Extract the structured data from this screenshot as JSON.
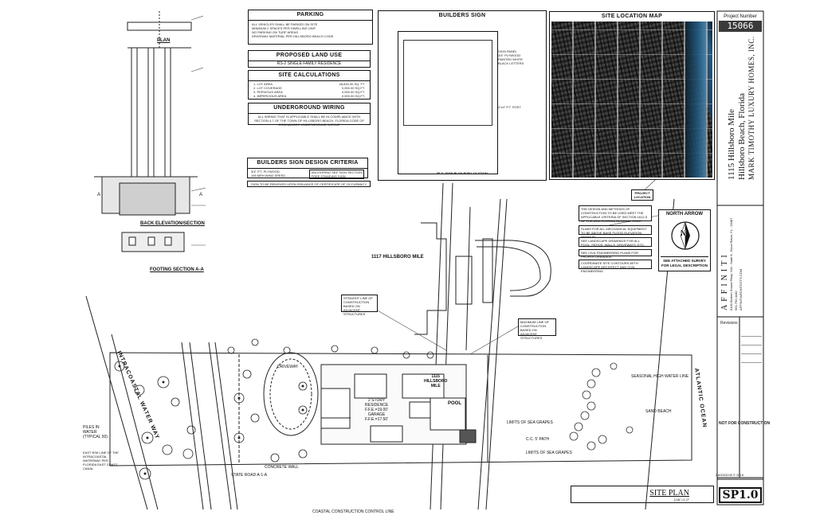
{
  "parking": {
    "title": "PARKING",
    "lines": [
      "ALL VEHICLES SHALL BE PARKED ON SITE",
      "MINIMUM 2 SPACES PER DWELLING UNIT",
      "NO PARKING ON TURF AREAS",
      "DRIVEWAY MATERIAL PER HILLSBORO BEACH CODE"
    ]
  },
  "proposed_land_use": {
    "title": "PROPOSED LAND USE",
    "value": "RS-2 SINGLE FAMILY RESIDENCE"
  },
  "site_calculations": {
    "title": "SITE CALCULATIONS",
    "rows": [
      {
        "label": "1. LOT AREA",
        "value": "48,816.00 SQ. FT."
      },
      {
        "label": "2. LOT COVERAGE",
        "value": "0,000.00 SQ.FT."
      },
      {
        "label": "3. PERVIOUS AREA",
        "value": "0,000.00 SQ.FT."
      },
      {
        "label": "4. IMPERVIOUS AREA",
        "value": "0,000.00 SQ.FT."
      }
    ]
  },
  "underground_wiring": {
    "title": "UNDERGROUND WIRING",
    "text": "ALL WIRING THAT IS APPLICABLE SHALL BE IN COMPLIANCE WITH SECTION 4-7 OF THE TOWN OF HILLSBORO BEACH, FLORIDA CODE OF ORDINANCES 'UNDERGROUND WIRING'"
  },
  "builders_sign_criteria": {
    "title": "BUILDERS SIGN DESIGN CRITERIA",
    "lines": [
      "3/4\" P.T. PLYWOOD",
      "155 MPH WIND SPEED",
      "RISK CAT. 2"
    ],
    "box_text": [
      "ANCHORING SEE SIGN SECTION",
      "FREE STANDING SIGN"
    ],
    "footer": "SIGN TO BE REMOVED UPON ISSUANCE OF CERTIFICATE OF OCCUPANCY"
  },
  "builders_sign": {
    "title": "BUILDERS SIGN",
    "caption": "BLD. SIGN PLAN FOR LOCATION",
    "post_note": "4\"x4\" P.T. POST",
    "side_notes": [
      "SIGN PANEL",
      "3/4\" PLYWOOD",
      "PAINTED WHITE",
      "BLACK LETTERS"
    ]
  },
  "site_location_map": {
    "title": "SITE LOCATION MAP"
  },
  "project": {
    "number_label": "Project Number",
    "number": "15066",
    "address_line1": "1115 Hillsboro Mile",
    "address_line2": "Hillsboro Beach, Florida",
    "client": "MARK TIMOTHY LUXURY HOMES, INC."
  },
  "architect": {
    "logo": "AFFINITI",
    "address": "6100 Broken Sound Pkwy. NW - Suite 8 - Boca Raton, FL - 33487",
    "phone": "561.750.4440",
    "web": "AFFINITIARCHITECTS.COM"
  },
  "project_location_tag": "PROJECT LOCATION",
  "north_arrow": {
    "title": "NORTH ARROW",
    "letter": "N",
    "survey_note": "SEE ATTACHED SURVEY FOR LEGAL DESCRIPTION"
  },
  "general_notes": [
    "THE DESIGN AND METHODS OF CONSTRUCTION TO BE USED MEET THE APPLICABLE CRITERIA OF SECTION 1612.5 OF THE 2010 FLORIDA BUILDING CODE",
    "SLABS FOR ALL MECHANICAL EQUIPMENT TO BE ABOVE BASE FLOOD ELEVATION MINIMUM",
    "SEE LANDSCAPE DRAWINGS FOR ALL POOL, PATIOS, WALLS, DRIVEWAYS, ETC.",
    "SEE CIVIL ENGINEERING PLANS FOR PROPER DRAINAGE",
    "COORDINATE SITE CONTOURS WITH LANDSCAPE ARCHITECT AND CIVIL ENGINEERING"
  ],
  "detail": {
    "plan_label": "PLAN",
    "back_elevation_label": "BACK ELEVATION/SECTION",
    "footing_label": "FOOTING SECTION A-A",
    "section_marks": [
      "A",
      "A"
    ]
  },
  "site_plan": {
    "neighbor_label": "1117 HILLSBORO MILE",
    "lot_label_1": "1115",
    "lot_label_2": "HILLSBORO",
    "lot_label_3": "MILE",
    "residence_1": "2 STORY",
    "residence_2": "RESIDENCE",
    "residence_3": "F.F.E.=19.00'",
    "garage": "GARAGE",
    "garage_elev": "F.F.E.=17.50'",
    "pool": "POOL",
    "driveway": "DRIVEWAY",
    "waterway": "INTRACOASTAL WATER WAY",
    "ocean": "ATLANTIC OCEAN",
    "sand_beach": "SAND BEACH",
    "sea_grapes_1": "LIMITS OF SEA GRAPES",
    "sea_grapes_2": "LIMITS OF SEA GRAPES",
    "cc_path": "C.C. 5' PATH",
    "concrete_wall": "CONCRETE WALL",
    "high_water": "SEASONAL HIGH WATER LINE",
    "coastal": "COASTAL CONSTRUCTION CONTROL LINE",
    "straight_line": "STRAIGHT LINE OF CONSTRUCTION BASED ON ADJACENT STRUCTURES",
    "max_line": "MAXIMUM LINE OF CONSTRUCTION BASED ON ADJACENT STRUCTURES",
    "piles": "PILES IN WATER (TYPICAL 50)",
    "east_line": "EAST R/W LINE OF THE INTRACOASTAL WATERWAY PER FLORIDA EAST COAST CANAL",
    "a1a": "STATE ROAD A-1-A"
  },
  "not_for_construction": "NOT FOR CONSTRUCTION",
  "revisions_label": "Revisions",
  "sheet": {
    "title": "SITE PLAN",
    "scale": "1/16\"=1'-0\"",
    "number": "SP1.0",
    "seal_note": "AA0003245 © 2018"
  }
}
